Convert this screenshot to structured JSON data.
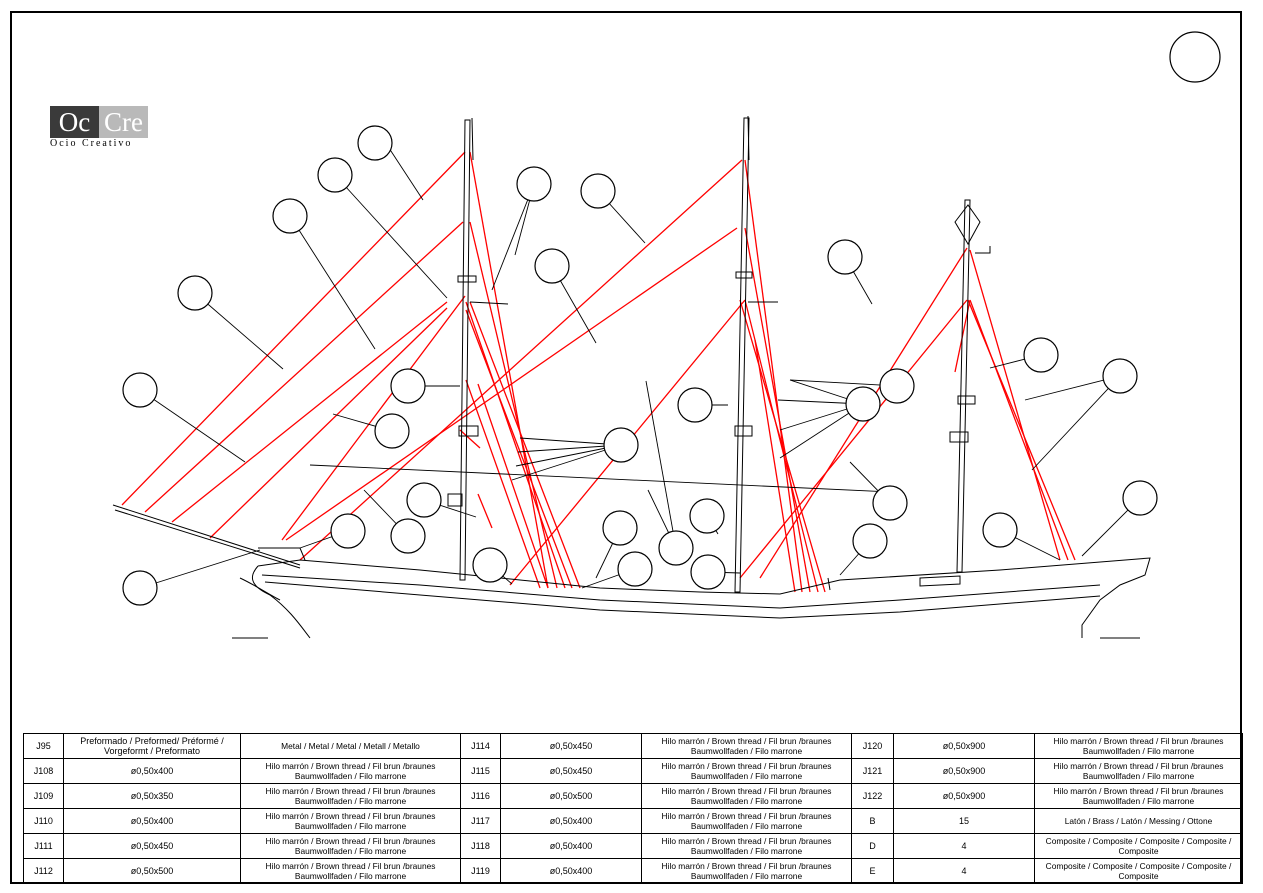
{
  "brand": {
    "name_left": "Oc",
    "name_right": "Cre",
    "tagline": "Ocio Creativo"
  },
  "colors": {
    "rigging": "#ff0000",
    "ink": "#000000",
    "logo_dark": "#3a3a3a",
    "logo_light": "#b9b9b9"
  },
  "parts_table": {
    "rows": [
      [
        {
          "ref": "J95",
          "size": "Preformado / Preformed/ Préformé / Vorgeformt / Preformato",
          "material": "Metal / Metal / Metal / Metall / Metallo"
        },
        {
          "ref": "J114",
          "size": "ø0,50x450",
          "material": "Hilo marrón / Brown thread / Fil brun /braunes Baumwollfaden / Filo marrone"
        },
        {
          "ref": "J120",
          "size": "ø0,50x900",
          "material": "Hilo marrón / Brown thread / Fil brun /braunes Baumwollfaden / Filo marrone"
        }
      ],
      [
        {
          "ref": "J108",
          "size": "ø0,50x400",
          "material": "Hilo marrón / Brown thread / Fil brun /braunes Baumwollfaden / Filo marrone"
        },
        {
          "ref": "J115",
          "size": "ø0,50x450",
          "material": "Hilo marrón / Brown thread / Fil brun /braunes Baumwollfaden / Filo marrone"
        },
        {
          "ref": "J121",
          "size": "ø0,50x900",
          "material": "Hilo marrón / Brown thread / Fil brun /braunes Baumwollfaden / Filo marrone"
        }
      ],
      [
        {
          "ref": "J109",
          "size": "ø0,50x350",
          "material": "Hilo marrón / Brown thread / Fil brun /braunes Baumwollfaden / Filo marrone"
        },
        {
          "ref": "J116",
          "size": "ø0,50x500",
          "material": "Hilo marrón / Brown thread / Fil brun /braunes Baumwollfaden / Filo marrone"
        },
        {
          "ref": "J122",
          "size": "ø0,50x900",
          "material": "Hilo marrón / Brown thread / Fil brun /braunes Baumwollfaden / Filo marrone"
        }
      ],
      [
        {
          "ref": "J110",
          "size": "ø0,50x400",
          "material": "Hilo marrón / Brown thread / Fil brun /braunes Baumwollfaden / Filo marrone"
        },
        {
          "ref": "J117",
          "size": "ø0,50x400",
          "material": "Hilo marrón / Brown thread / Fil brun /braunes Baumwollfaden / Filo marrone"
        },
        {
          "ref": "B",
          "size": "15",
          "material": "Latón / Brass / Latón / Messing / Ottone"
        }
      ],
      [
        {
          "ref": "J111",
          "size": "ø0,50x450",
          "material": "Hilo marrón / Brown thread / Fil brun /braunes Baumwollfaden / Filo marrone"
        },
        {
          "ref": "J118",
          "size": "ø0,50x400",
          "material": "Hilo marrón / Brown thread / Fil brun /braunes Baumwollfaden / Filo marrone"
        },
        {
          "ref": "D",
          "size": "4",
          "material": "Composite / Composite / Composite / Composite / Composite"
        }
      ],
      [
        {
          "ref": "J112",
          "size": "ø0,50x500",
          "material": "Hilo marrón / Brown thread / Fil brun /braunes Baumwollfaden / Filo marrone"
        },
        {
          "ref": "J119",
          "size": "ø0,50x400",
          "material": "Hilo marrón / Brown thread / Fil brun /braunes Baumwollfaden / Filo marrone"
        },
        {
          "ref": "E",
          "size": "4",
          "material": "Composite / Composite / Composite / Composite / Composite"
        }
      ]
    ]
  }
}
